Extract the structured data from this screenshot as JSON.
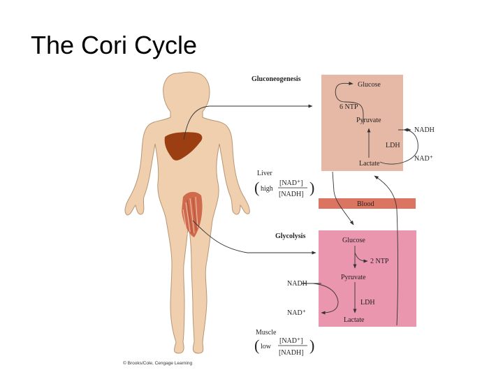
{
  "title": "The Cori Cycle",
  "colors": {
    "liver_box": "#e6b9a6",
    "muscle_box": "#e996ae",
    "blood_bar": "#db7561",
    "skin": "#efcfae",
    "skin_outline": "#b89573",
    "liver_organ": "#9b3f13",
    "muscle_tissue": "#cf6a4c",
    "arrow": "#333333"
  },
  "liver_pathway": {
    "section_label": "Gluconeogenesis",
    "glucose": "Glucose",
    "ntp": "6 NTP",
    "pyruvate": "Pyruvate",
    "nadh": "NADH",
    "ldh": "LDH",
    "lactate": "Lactate",
    "nad_plus": "NAD⁺",
    "organ_label": "Liver",
    "ratio_level": "high",
    "ratio_numerator": "[NAD⁺]",
    "ratio_denominator": "[NADH]"
  },
  "blood": {
    "label": "Blood"
  },
  "muscle_pathway": {
    "section_label": "Glycolysis",
    "glucose": "Glucose",
    "ntp": "2 NTP",
    "pyruvate": "Pyruvate",
    "nadh": "NADH",
    "ldh": "LDH",
    "lactate": "Lactate",
    "nad_plus": "NAD⁺",
    "organ_label": "Muscle",
    "ratio_level": "low",
    "ratio_numerator": "[NAD⁺]",
    "ratio_denominator": "[NADH]"
  },
  "credit": "© Brooks/Cole, Cengage Learning"
}
